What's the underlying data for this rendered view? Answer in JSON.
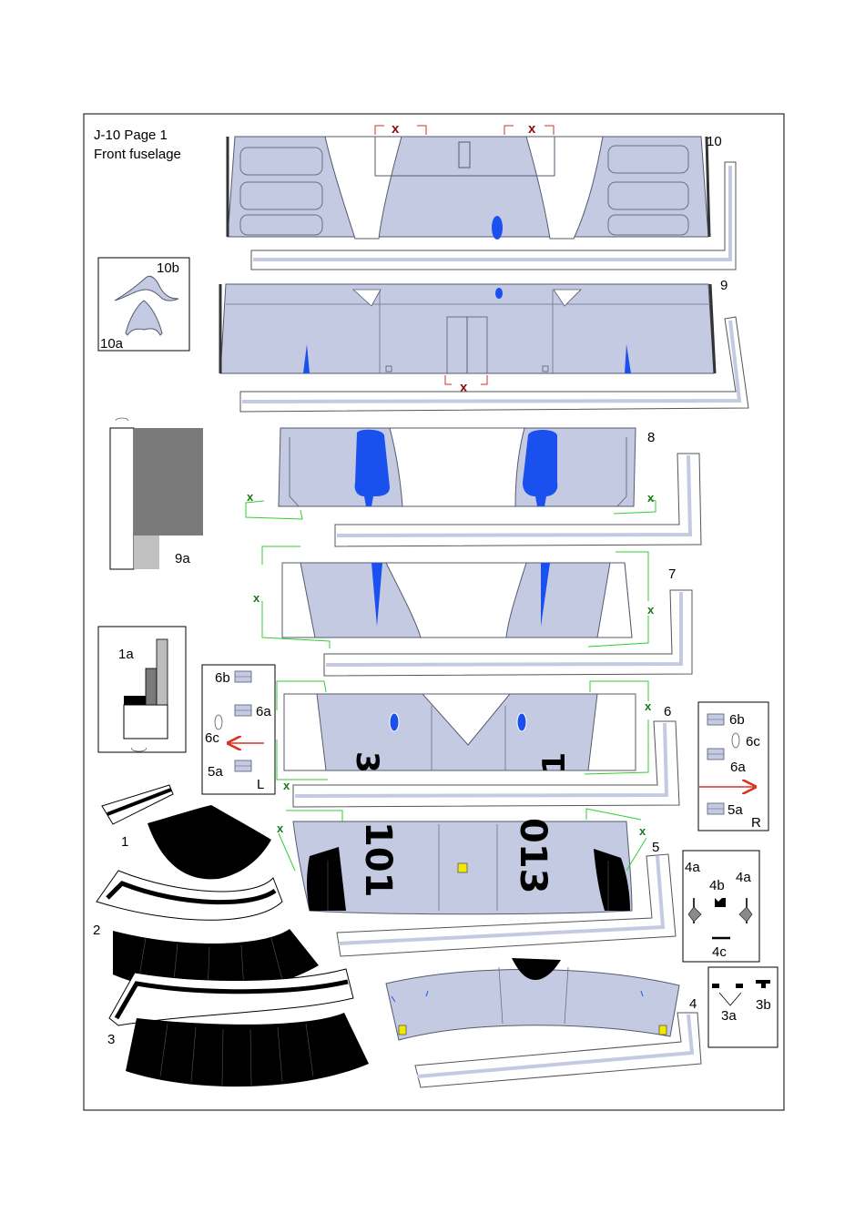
{
  "title": {
    "line1": "J-10 Page 1",
    "line2": "Front fuselage"
  },
  "part_labels": {
    "p10": "10",
    "p10a": "10a",
    "p10b": "10b",
    "p9": "9",
    "p9a": "9a",
    "p8": "8",
    "p7": "7",
    "p6": "6",
    "p5": "5",
    "p4": "4",
    "p1": "1",
    "p1a": "1a",
    "p2": "2",
    "p3": "3"
  },
  "left_box": {
    "b6b": "6b",
    "b6a": "6a",
    "b6c": "6c",
    "b5a": "5a",
    "side": "L"
  },
  "right_box": {
    "b6b": "6b",
    "b6c": "6c",
    "b6a": "6a",
    "b5a": "5a",
    "side": "R"
  },
  "box4": {
    "a1": "4a",
    "b": "4b",
    "a2": "4a",
    "c": "4c"
  },
  "box3": {
    "a": "3a",
    "b": "3b"
  },
  "markers": {
    "red": "x",
    "green": "x"
  },
  "fuselage_numbers": {
    "part6_left": "3",
    "part6_right": "1",
    "part5_left": "101",
    "part5_right": "013"
  },
  "colors": {
    "skin": "#c5cae3",
    "skin_stroke": "#555a6e",
    "blue_mark": "#1a50ee",
    "green_guide": "#33cc33",
    "red_guide": "#cc3322",
    "arrow": "#e03020",
    "yellow": "#f5e800"
  }
}
